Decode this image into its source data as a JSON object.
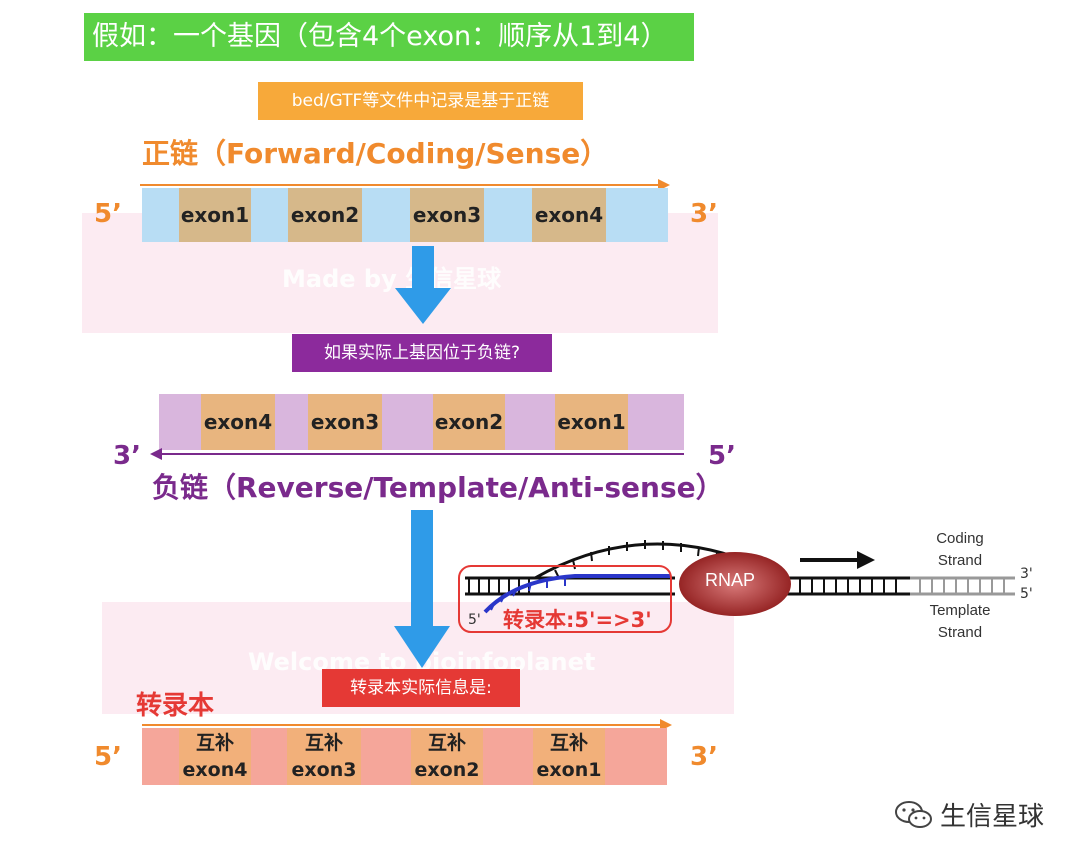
{
  "title": "假如：一个基因（包含4个exon：顺序从1到4）",
  "forward_note": "bed/GTF等文件中记录是基于正链",
  "forward_label": "正链（Forward/Coding/Sense）",
  "forward_strand": {
    "left_end": "5’",
    "right_end": "3’",
    "exons": [
      "exon1",
      "exon2",
      "exon3",
      "exon4"
    ]
  },
  "watermark_1": "Made by 生信星球",
  "question_note": "如果实际上基因位于负链?",
  "reverse_strand": {
    "left_end": "3’",
    "right_end": "5’",
    "exons": [
      "exon4",
      "exon3",
      "exon2",
      "exon1"
    ]
  },
  "reverse_label": "负链（Reverse/Template/Anti-sense）",
  "transcription_diagram": {
    "rnap_label": "RNAP",
    "transcript_label": "转录本:5'=>3'",
    "rna_end": "5'",
    "coding_strand": "Coding\nStrand",
    "template_strand": "Template\nStrand",
    "end_top": "3'",
    "end_bottom": "5'"
  },
  "watermark_2": "Welcome to bioinfoplanet",
  "transcript_note": "转录本实际信息是:",
  "transcript_label": "转录本",
  "transcript_strand": {
    "left_end": "5’",
    "right_end": "3’",
    "exons": [
      {
        "prefix": "互补",
        "name": "exon4"
      },
      {
        "prefix": "互补",
        "name": "exon3"
      },
      {
        "prefix": "互补",
        "name": "exon2"
      },
      {
        "prefix": "互补",
        "name": "exon1"
      }
    ]
  },
  "logo_text": "生信星球",
  "colors": {
    "title_green": "#5bd145",
    "forward_intron": "#b8ddf4",
    "forward_exon": "#d6b88a",
    "reverse_intron": "#d9b6dd",
    "reverse_exon": "#e8b57f",
    "transcript_intron": "#f5a69a",
    "transcript_exon": "#f2b07a",
    "arrow_blue": "#2f9be8"
  }
}
